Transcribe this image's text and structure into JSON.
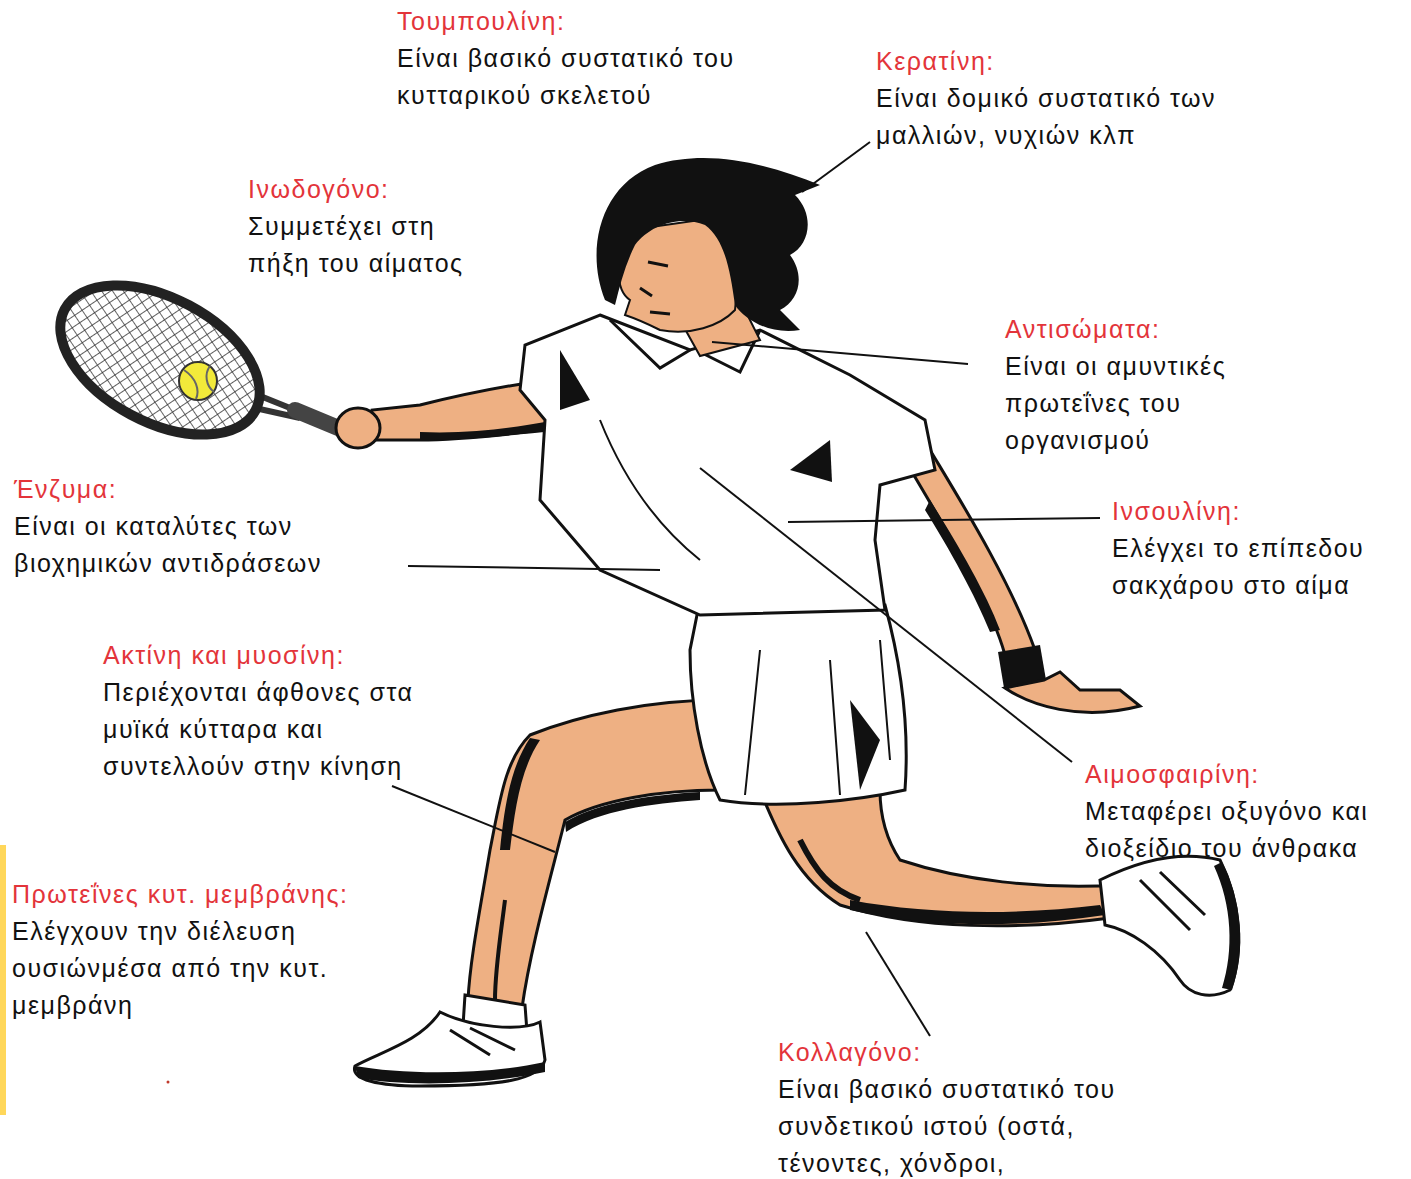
{
  "diagram": {
    "labels": [
      "Τουμπουλίνη:",
      "Είναι βασικό συστατικό του κυτταρικού σκελετού",
      "Κερατίνη:",
      "Είναι δομικό συστατικό των μαλλιών, νυχιών κλπ",
      "Ινωδογόνο:",
      "Συμμετέχει στη πήξη του αίματος",
      "Αντισώματα:",
      "Είναι οι αμυντικές πρωτεΐνες του οργανισμού",
      "Ένζυμα:",
      "Είναι οι καταλύτες των βιοχημικών αντιδράσεων",
      "Ινσουλίνη:",
      "Ελέγχει το επίπεδου σακχάρου στο αίμα",
      "Ακτίνη και μυοσίνη:",
      "Περιέχονται άφθονες στα μυϊκά κύτταρα και συντελλούν στην κίνηση",
      "Αιμοσφαιρίνη:",
      "Μεταφέρει οξυγόνο και διοξείδιο του άνθρακα",
      "Πρωτεΐνες κυτ. μεμβράνης:",
      "Ελέγχουν την διέλευση ουσιώνμέσα από την κυτ. μεμβράνη",
      "Κολλαγόνο:",
      "Είναι βασικό συστατικό του συνδετικού ιστού (οστά, τένοντες, χόνδροι,"
    ]
  }
}
